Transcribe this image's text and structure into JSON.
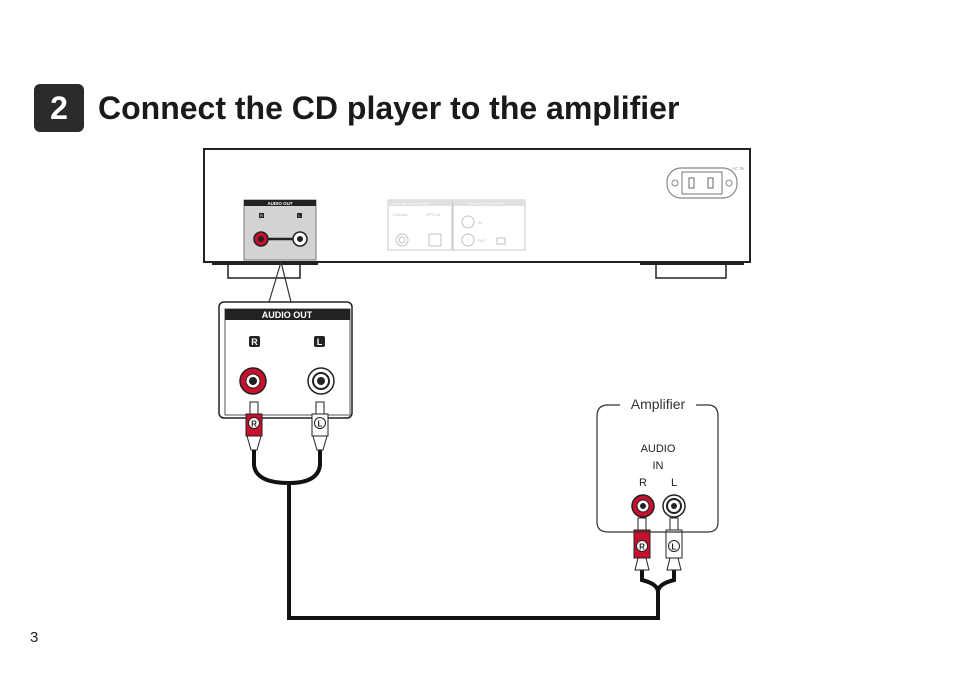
{
  "header": {
    "step_number": "2",
    "title": "Connect the CD player to the amplifier"
  },
  "cd_player": {
    "panel_label": "AUDIO OUT",
    "channel_r": "R",
    "channel_l": "L",
    "digital_label": "DIGITAL AUDIO OUT",
    "coaxial_label": "COAXIAL",
    "optical_label": "OPTICAL",
    "remote_label": "REMOTE CONTROL",
    "remote_in": "IN",
    "remote_out": "OUT",
    "ac_in": "AC IN"
  },
  "cable": {
    "plug_r": "R",
    "plug_l": "L"
  },
  "amplifier": {
    "label": "Amplifier",
    "audio_line1": "AUDIO",
    "audio_line2": "IN",
    "channel_r": "R",
    "channel_l": "L"
  },
  "footer": {
    "page_number": "3"
  },
  "colors": {
    "red_jack": "#c8102e",
    "white_jack": "#ffffff",
    "badge": "#2b2b2b",
    "cable": "#111111"
  }
}
